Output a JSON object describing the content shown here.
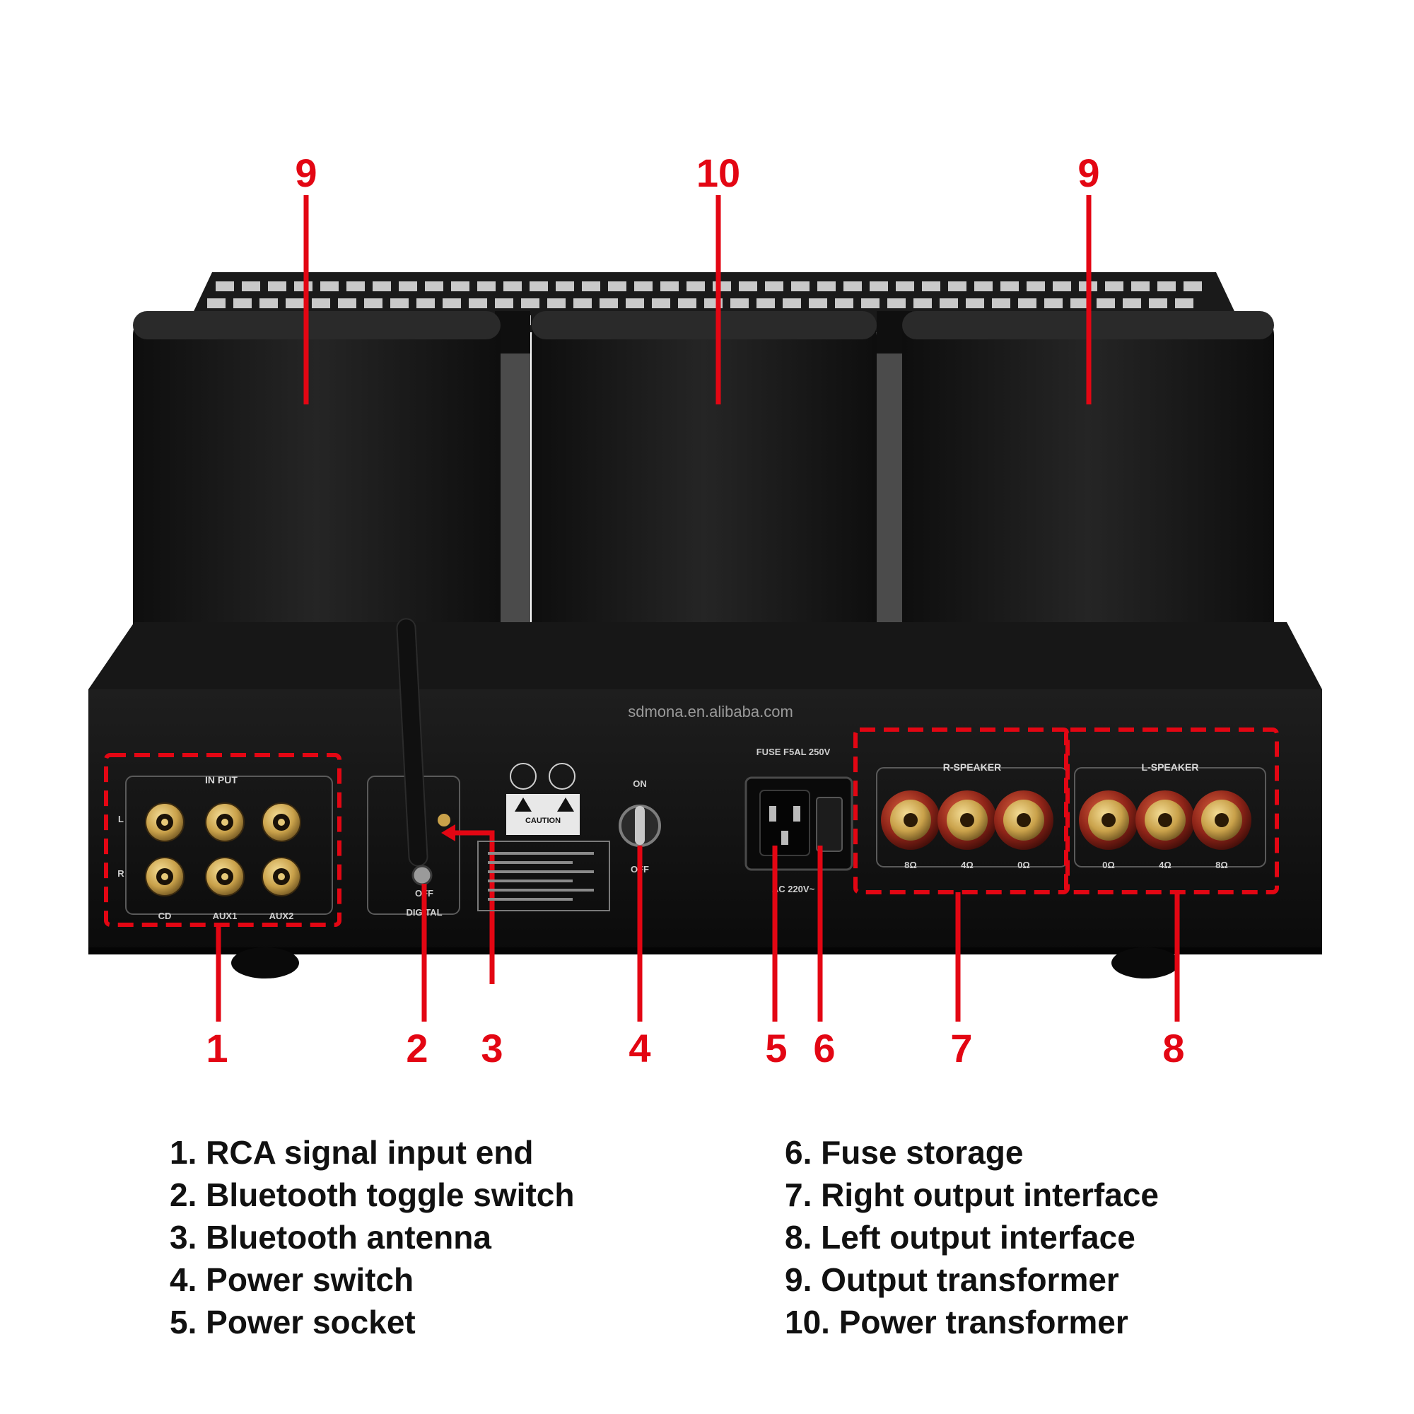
{
  "device": {
    "watermark": "sdmona.en.alibaba.com",
    "input_panel": {
      "title": "IN PUT",
      "row_labels": [
        "L",
        "R"
      ],
      "column_labels": [
        "CD",
        "AUX1",
        "AUX2"
      ]
    },
    "switch_labels": {
      "on": "ON",
      "off": "OFF",
      "bt_off": "OFF",
      "digital": "DIGITAL"
    },
    "fuse_label": "FUSE F5AL 250V",
    "power_label": "AC 220V~",
    "caution_label": "CAUTION",
    "r_speaker": {
      "title": "R-SPEAKER",
      "ohms": [
        "8Ω",
        "4Ω",
        "0Ω"
      ]
    },
    "l_speaker": {
      "title": "L-SPEAKER",
      "ohms": [
        "0Ω",
        "4Ω",
        "8Ω"
      ]
    }
  },
  "callouts_top": [
    {
      "number": "9"
    },
    {
      "number": "10"
    },
    {
      "number": "9"
    }
  ],
  "callouts_bottom": [
    {
      "number": "1"
    },
    {
      "number": "2"
    },
    {
      "number": "3"
    },
    {
      "number": "4"
    },
    {
      "number": "5"
    },
    {
      "number": "6"
    },
    {
      "number": "7"
    },
    {
      "number": "8"
    }
  ],
  "legend_left": [
    {
      "text": "1. RCA signal input end"
    },
    {
      "text": "2. Bluetooth toggle switch"
    },
    {
      "text": "3. Bluetooth antenna"
    },
    {
      "text": "4. Power switch"
    },
    {
      "text": "5. Power socket"
    }
  ],
  "legend_right": [
    {
      "text": "6. Fuse storage"
    },
    {
      "text": "7. Right output interface"
    },
    {
      "text": "8. Left output interface"
    },
    {
      "text": "9. Output transformer"
    },
    {
      "text": "10. Power transformer"
    }
  ],
  "colors": {
    "callout": "#e30613",
    "chassis": "#141414",
    "transformer": "#1c1c1c",
    "gold": "#c9a14a"
  }
}
